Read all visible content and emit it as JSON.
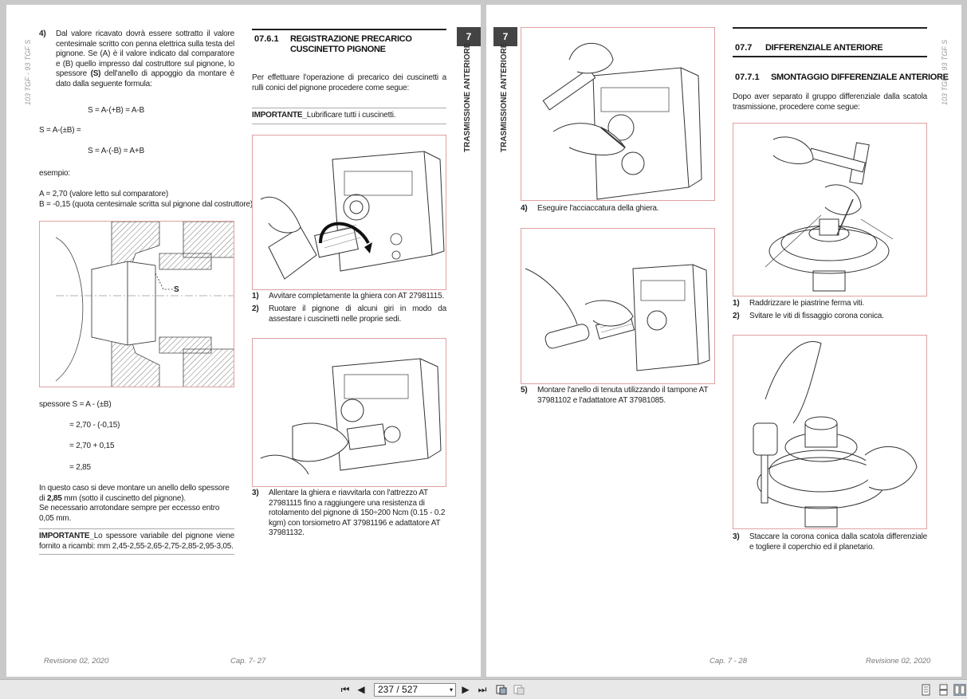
{
  "left_page": {
    "side_code": "103 TGF - 93 TGF S",
    "tab_number": "7",
    "tab_label": "TRASMISSIONE ANTERIORE",
    "step4_num": "4)",
    "step4_text": "Dal valore ricavato dovrà essere sottratto il valore centesimale scritto con penna elettrica sulla testa del pignone. Se (A) è il valore indicato dal comparatore e (B) quello impresso dal costruttore sul pignone, lo spessore",
    "step4_bold": "(S)",
    "step4_tail": "dell'anello di appoggio da montare è dato dalla seguente formula:",
    "formula1": "S = A-(+B) = A-B",
    "formula2": "S = A-(±B) =",
    "formula3": "S = A-(-B) = A+B",
    "example_label": "esempio:",
    "example_a": "A = 2,70 (valore letto sul comparatore)",
    "example_b": "B = -0,15 (quota centesimale scritta sul pignone dal costruttore)",
    "fig_label_s": "S",
    "calc1": "spessore S = A - (±B)",
    "calc2": "= 2,70 - (-0,15)",
    "calc3": "= 2,70 + 0,15",
    "calc4": "= 2,85",
    "case_text_a": "In questo caso si deve montare un anello dello spessore di",
    "case_bold": "2,85",
    "case_text_b": "mm (sotto il cuscinetto del pignone).",
    "case_text_c": "Se necessario arrotondare sempre per eccesso entro 0,05 mm.",
    "imp2_label": "IMPORTANTE_",
    "imp2_text": "Lo spessore variabile del pignone viene fornito a ricambi: mm 2,45-2,55-2,65-2,75-2,85-2,95-3,05.",
    "sec_num": "07.6.1",
    "sec_title": "REGISTRAZIONE PRECARICO CUSCINETTO PIGNONE",
    "intro": "Per effettuare l'operazione di precarico dei cuscinetti a rulli conici del pignone procedere come segue:",
    "imp1_label": "IMPORTANTE_",
    "imp1_text": "Lubrificare tutti i cuscinetti.",
    "s1_num": "1)",
    "s1_text": "Avvitare completamente la ghiera con AT 27981115.",
    "s2_num": "2)",
    "s2_text": "Ruotare il pignone di alcuni giri in modo da assestare i cuscinetti nelle proprie sedi.",
    "s3_num": "3)",
    "s3_text": "Allentare la ghiera e riavvitarla con l'attrezzo AT 27981115 fino a raggiungere una resistenza di rotolamento del pignone di 150÷200 Ncm  (0.15 - 0.2 kgm) con torsiometro AT 37981196 e adattatore AT 37981132.",
    "footer_rev": "Revisione 02, 2020",
    "footer_cap": "Cap. 7- 27"
  },
  "right_page": {
    "side_code": "103 TGF - 93 TGF S",
    "tab_number": "7",
    "tab_label": "TRASMISSIONE ANTERIORE",
    "s4_num": "4)",
    "s4_text": "Eseguire l'acciaccatura della ghiera.",
    "s5_num": "5)",
    "s5_text": "Montare l'anello di tenuta utilizzando il tampone AT 37981102 e l'adattatore AT 37981085.",
    "sec1_num": "07.7",
    "sec1_title": "DIFFERENZIALE ANTERIORE",
    "sec2_num": "07.7.1",
    "sec2_title": "SMONTAGGIO DIFFERENZIALE ANTERIORE",
    "intro": "Dopo aver separato il gruppo differenziale dalla scatola trasmissione, procedere come segue:",
    "d1_num": "1)",
    "d1_text": "Raddrizzare le piastrine ferma viti.",
    "d2_num": "2)",
    "d2_text": "Svitare le viti di fissaggio corona conica.",
    "d3_num": "3)",
    "d3_text": "Staccare la corona conica dalla scatola differenziale e togliere il coperchio ed il planetario.",
    "footer_cap": "Cap. 7 - 28",
    "footer_rev": "Revisione 02, 2020"
  },
  "toolbar": {
    "first_icon": "skip-first-icon",
    "prev_icon": "prev-page-icon",
    "page_value": "237 / 527",
    "next_icon": "next-page-icon",
    "last_icon": "skip-last-icon",
    "fit_page_icon": "fit-page-icon",
    "fit_width_icon": "fit-width-icon",
    "single_icon": "single-page-icon",
    "continuous_icon": "continuous-page-icon",
    "two_page_icon": "two-page-icon",
    "first_glyph": "⏮",
    "prev_glyph": "◀",
    "next_glyph": "▶",
    "last_glyph": "⏭",
    "dropdown_glyph": "▾"
  }
}
